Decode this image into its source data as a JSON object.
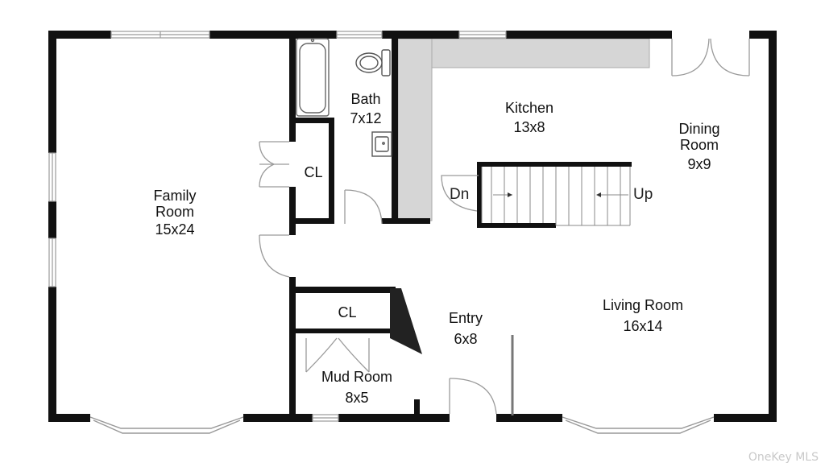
{
  "rooms": {
    "family_room": {
      "name_line1": "Family",
      "name_line2": "Room",
      "size": "15x24"
    },
    "bath": {
      "name": "Bath",
      "size": "7x12"
    },
    "kitchen": {
      "name": "Kitchen",
      "size": "13x8"
    },
    "dining_room": {
      "name_line1": "Dining",
      "name_line2": "Room",
      "size": "9x9"
    },
    "closet_upper": {
      "name": "CL"
    },
    "closet_lower": {
      "name": "CL"
    },
    "entry": {
      "name": "Entry",
      "size": "6x8"
    },
    "living_room": {
      "name": "Living Room",
      "size": "16x14"
    },
    "mud_room": {
      "name": "Mud Room",
      "size": "8x5"
    }
  },
  "stairs": {
    "down_label": "Dn",
    "up_label": "Up"
  },
  "watermark": "OneKey MLS",
  "colors": {
    "wall": "#111111",
    "counter": "#d8d8d8",
    "window": "#bdbdbd",
    "door": "#9a9a9a",
    "background": "#ffffff"
  }
}
